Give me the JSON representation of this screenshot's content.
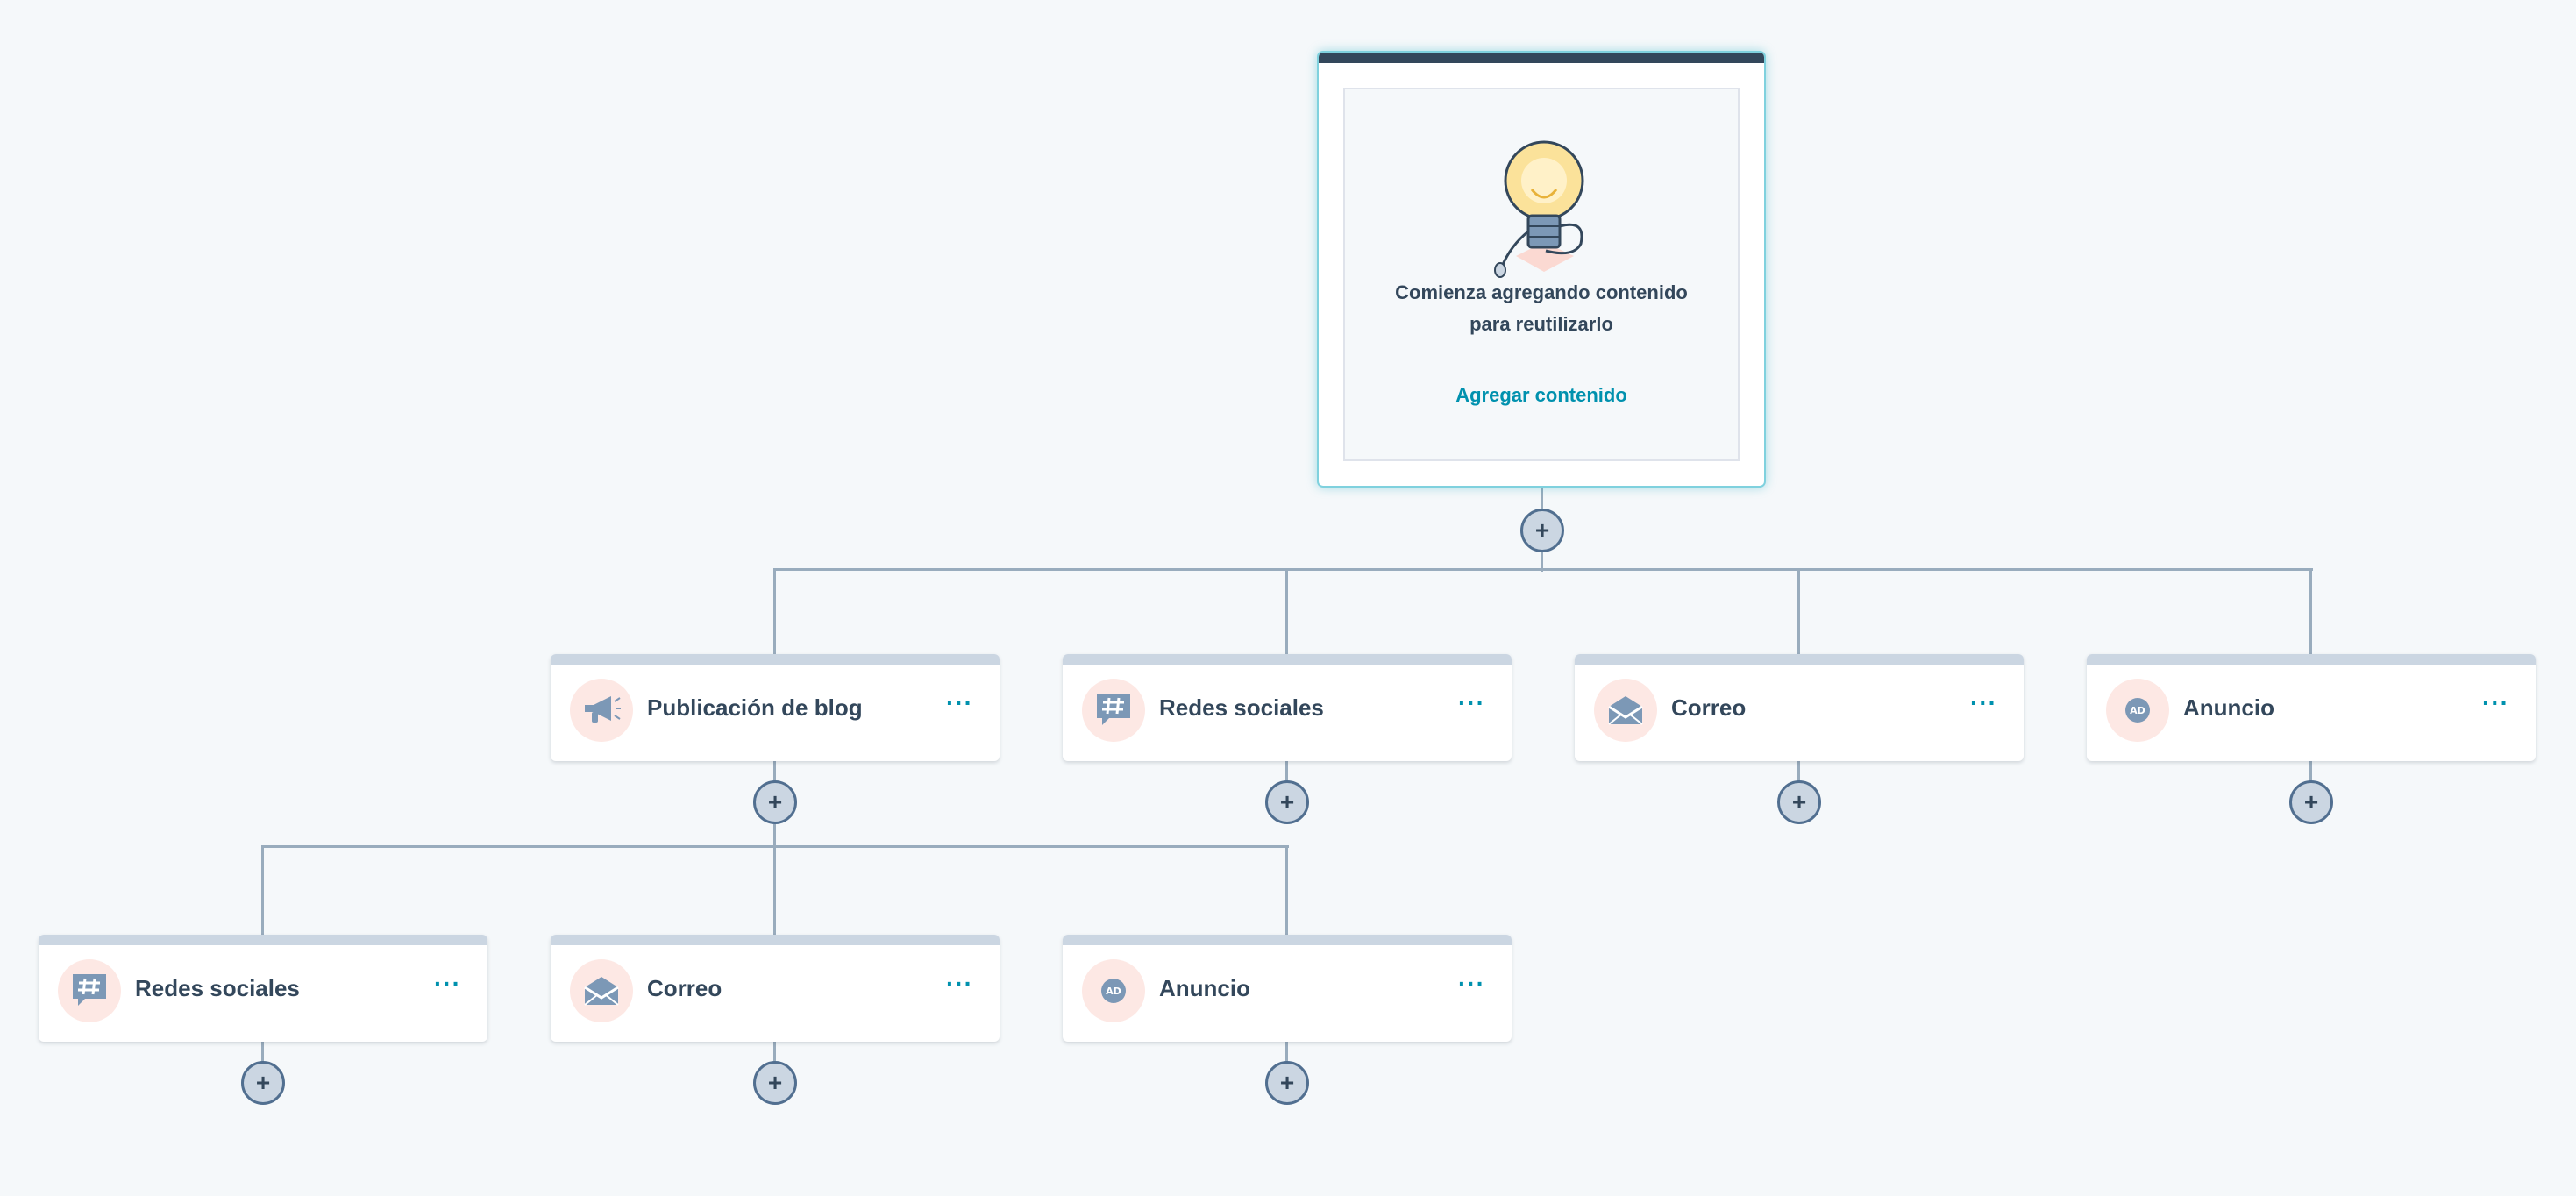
{
  "root": {
    "message_line1": "Comienza agregando contenido",
    "message_line2": "para reutilizarlo",
    "add_link": "Agregar contenido",
    "illustration": "lightbulb-icon"
  },
  "add_button_symbol": "+",
  "more_symbol": "···",
  "level1": [
    {
      "label": "Publicación de blog",
      "icon": "megaphone-icon"
    },
    {
      "label": "Redes sociales",
      "icon": "hashtag-chat-icon"
    },
    {
      "label": "Correo",
      "icon": "envelope-icon"
    },
    {
      "label": "Anuncio",
      "icon": "ad-icon"
    }
  ],
  "level2": [
    {
      "label": "Redes sociales",
      "icon": "hashtag-chat-icon"
    },
    {
      "label": "Correo",
      "icon": "envelope-icon"
    },
    {
      "label": "Anuncio",
      "icon": "ad-icon"
    }
  ],
  "colors": {
    "background": "#f5f8fa",
    "accent": "#0091ae",
    "connector": "#99acbd",
    "icon_bg": "#fde8e4",
    "text": "#33475b"
  }
}
